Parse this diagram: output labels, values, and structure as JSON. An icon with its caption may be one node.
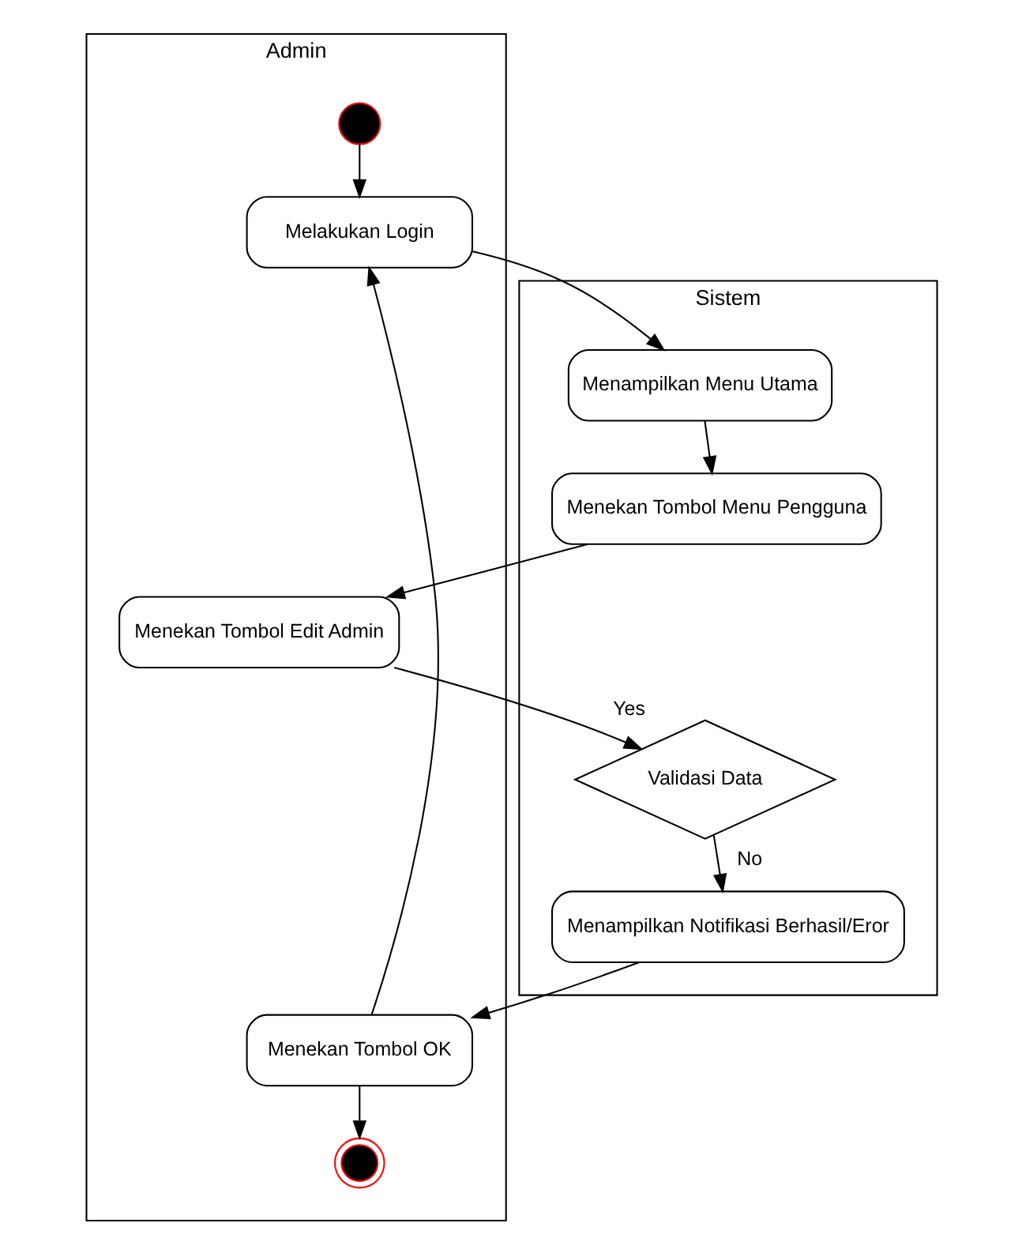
{
  "diagram": {
    "nodes": [
      {
        "text": [
          "Admin"
        ]
      },
      {
        "text": [
          "Sistem"
        ]
      },
      {
        "text": [],
        "shape": "circle",
        "in": 0
      },
      {
        "text": [
          "Melakukan Login"
        ],
        "in": 0
      },
      {
        "text": [
          "Menampilkan Menu Utama"
        ],
        "in": 1
      },
      {
        "text": [
          "Menekan Tombol Menu Pengguna"
        ],
        "in": 1
      },
      {
        "text": [
          "Menekan Tombol Edit Admin"
        ],
        "in": 0
      },
      {
        "text": [
          "Validasi Data"
        ],
        "in": 1
      },
      {
        "text": [
          "Menampilkan Notifikasi Berhasil/Eror"
        ],
        "in": 1
      },
      {
        "text": [
          "Menekan Tombol OK"
        ],
        "in": 0
      },
      {
        "text": [],
        "shape": "circle",
        "in": 0
      }
    ],
    "edges": [
      {
        "from": 2,
        "to": 3,
        "arrow": "to"
      },
      {
        "from": 3,
        "to": 4,
        "arrow": "to"
      },
      {
        "from": 4,
        "to": 5,
        "arrow": "to"
      },
      {
        "from": 5,
        "to": 6,
        "arrow": "to"
      },
      {
        "from": 6,
        "to": 7,
        "arrow": "to",
        "label": "Yes"
      },
      {
        "from": 7,
        "to": 8,
        "arrow": "to",
        "label": "No"
      },
      {
        "from": 8,
        "to": 9,
        "arrow": "to"
      },
      {
        "from": 9,
        "to": 3,
        "arrow": "to"
      },
      {
        "from": 9,
        "to": 10,
        "arrow": "to"
      }
    ]
  }
}
